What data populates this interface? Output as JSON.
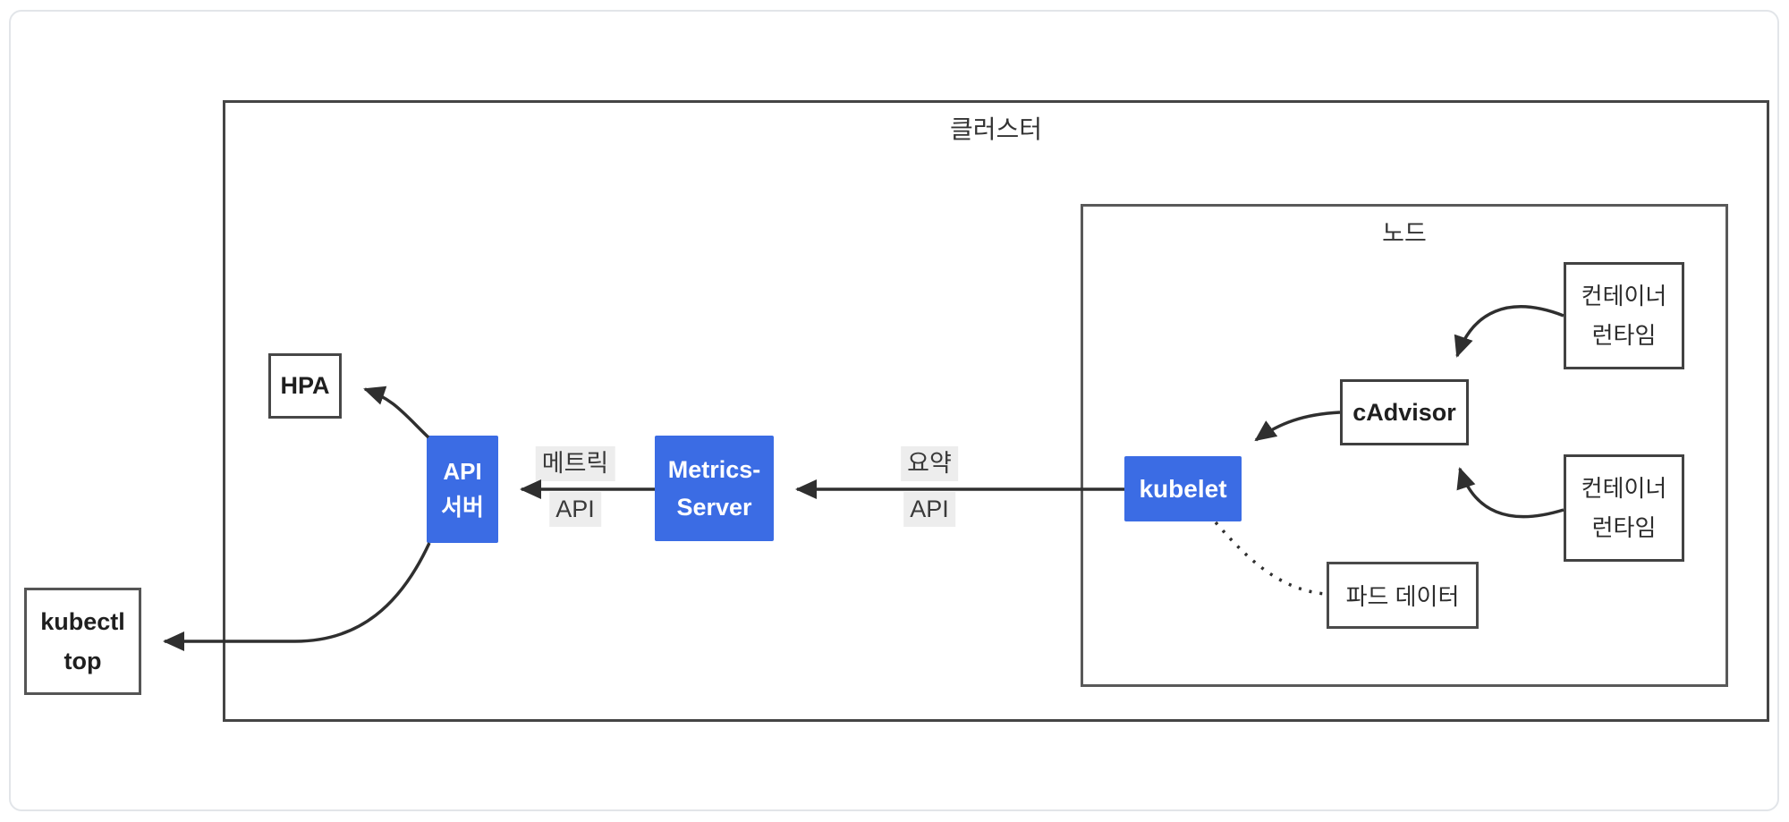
{
  "diagram": {
    "cluster": {
      "title": "클러스터"
    },
    "node": {
      "title": "노드"
    },
    "boxes": {
      "hpa": {
        "label": "HPA"
      },
      "api_server": {
        "line1": "API",
        "line2": "서버"
      },
      "metrics_server": {
        "line1": "Metrics-",
        "line2": "Server"
      },
      "kubelet": {
        "label": "kubelet"
      },
      "cadvisor": {
        "label": "cAdvisor"
      },
      "container_runtime_1": {
        "line1": "컨테이너",
        "line2": "런타임"
      },
      "container_runtime_2": {
        "line1": "컨테이너",
        "line2": "런타임"
      },
      "pod_data": {
        "label": "파드 데이터"
      },
      "kubectl_top": {
        "line1": "kubectl",
        "line2": "top"
      }
    },
    "edge_labels": {
      "metrics_api": {
        "line1": "메트릭",
        "line2": "API"
      },
      "summary_api": {
        "line1": "요약",
        "line2": "API"
      }
    },
    "colors": {
      "accent_blue": "#3B6CE4",
      "line_dark": "#2F2F2F",
      "chip_background": "#EDEDED",
      "frame_border": "#454545"
    }
  }
}
